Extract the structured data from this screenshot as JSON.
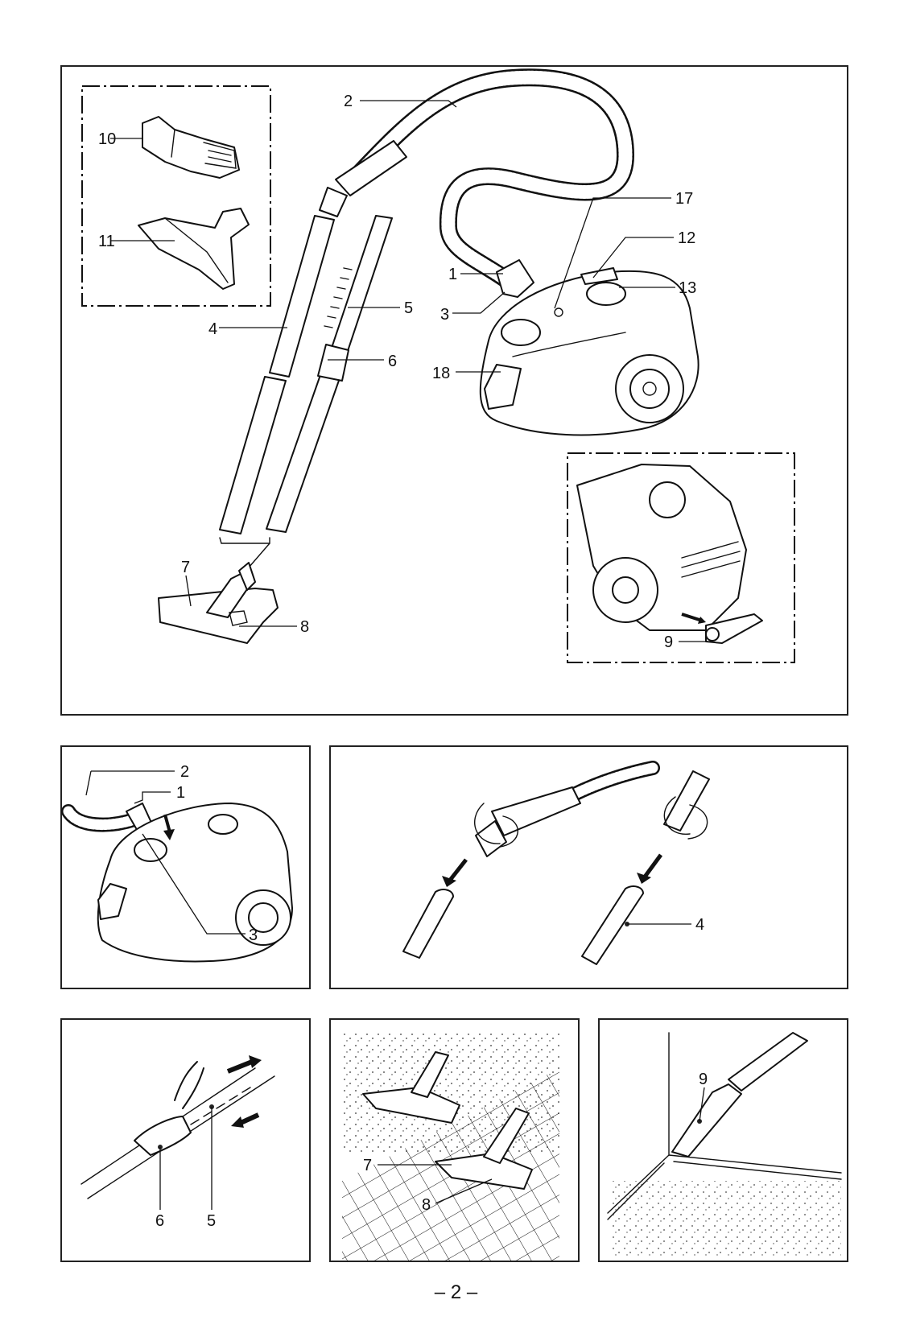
{
  "page_number": "– 2 –",
  "main_figure": {
    "labels": {
      "hose_grip": "1",
      "hose": "2",
      "hose_connector": "3",
      "tube_upper": "4",
      "telescopic_tube": "5",
      "telescopic_slider": "6",
      "floor_nozzle": "7",
      "nozzle_pedal": "8",
      "crevice_tool": "9",
      "upholstery_brush": "10",
      "upholstery_nozzle": "11",
      "power_button": "12",
      "hose_inlet": "13",
      "suction_regulator": "17",
      "carry_handle": "18"
    }
  },
  "step_hose": {
    "labels": {
      "hose": "2",
      "hose_grip": "1",
      "hose_connector": "3"
    }
  },
  "step_tubes": {
    "labels": {
      "tube": "4"
    }
  },
  "step_telescopic": {
    "labels": {
      "slider": "6",
      "tube": "5"
    }
  },
  "step_floor": {
    "labels": {
      "floor_nozzle": "7",
      "pedal": "8"
    }
  },
  "step_crevice": {
    "labels": {
      "crevice_tool": "9"
    }
  },
  "colors": {
    "line": "#111111",
    "background": "#ffffff"
  }
}
